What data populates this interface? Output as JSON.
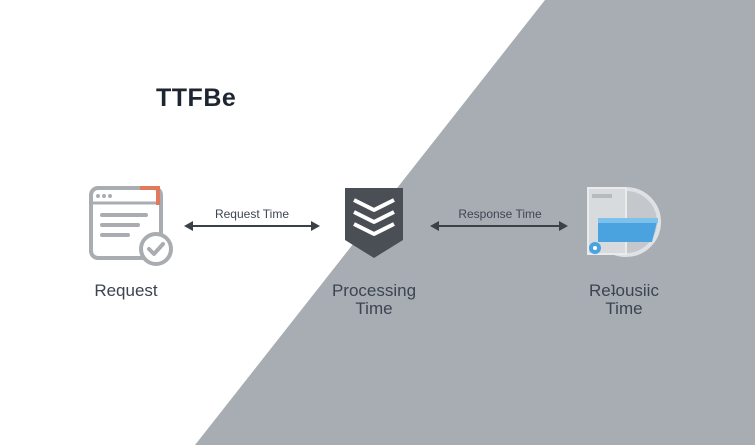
{
  "title": "TTFBe",
  "nodes": [
    {
      "label": "Request",
      "icon": "browser-check-icon"
    },
    {
      "label": "Processing\nTime",
      "icon": "shield-chevrons-icon"
    },
    {
      "label": "Reʇousiic\nTime",
      "icon": "server-response-icon"
    }
  ],
  "arrows": [
    {
      "label": "Request Time"
    },
    {
      "label": "Response Time"
    }
  ],
  "colors": {
    "background_left": "#ffffff",
    "background_right": "#a8adb3",
    "shield": "#4a4f56",
    "arrow": "#3c4148",
    "accent_orange": "#e07a5f",
    "accent_blue": "#4aa3df"
  }
}
